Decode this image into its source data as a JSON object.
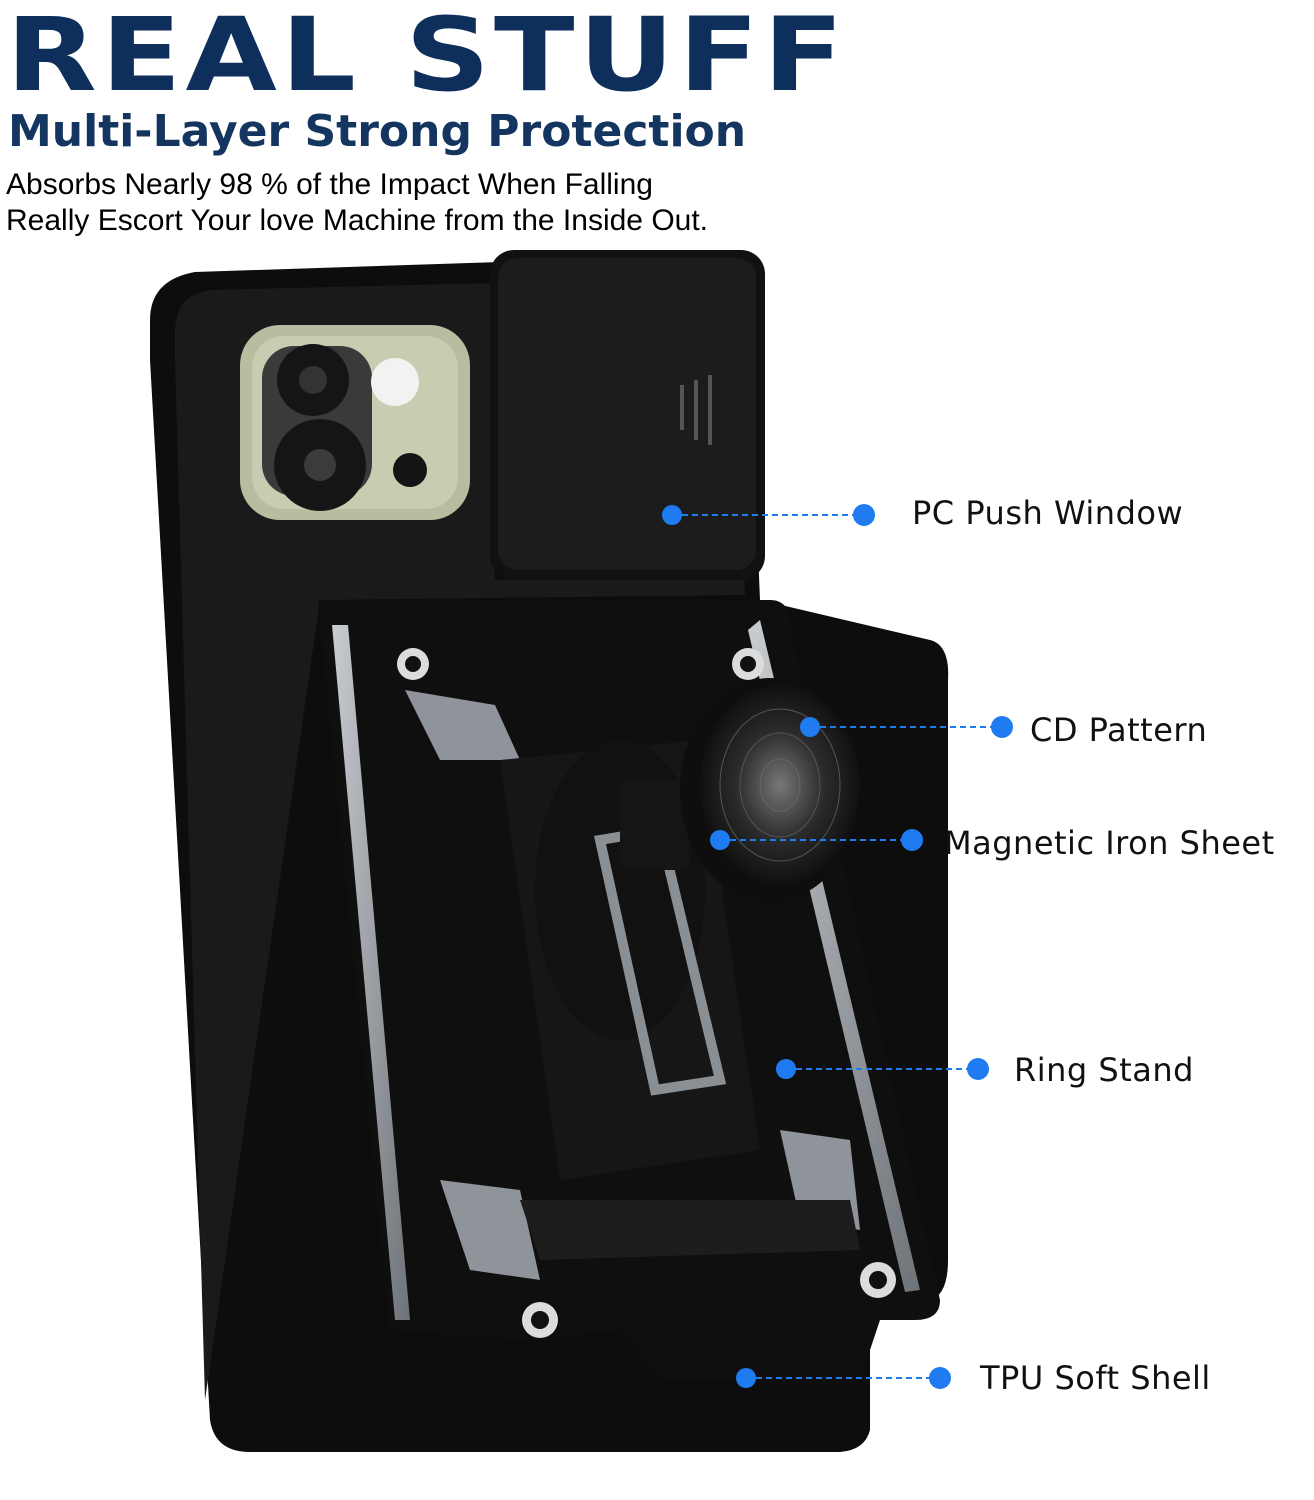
{
  "header": {
    "brand": "REAL STUFF",
    "subtitle": "Multi-Layer Strong Protection",
    "description_line1": "Absorbs Nearly 98 % of the Impact When Falling",
    "description_line2": "Really Escort Your love Machine from the Inside Out."
  },
  "callouts": [
    {
      "label": "PC Push Window"
    },
    {
      "label": "CD Pattern"
    },
    {
      "label": "Magnetic Iron Sheet"
    },
    {
      "label": "Ring Stand"
    },
    {
      "label": "TPU Soft Shell"
    }
  ],
  "colors": {
    "brand": "#0e2e5c",
    "callout_dot": "#1e7bf0",
    "case_black": "#111111",
    "case_silver": "#9aa0a6",
    "phone_green": "#b9bda0"
  }
}
